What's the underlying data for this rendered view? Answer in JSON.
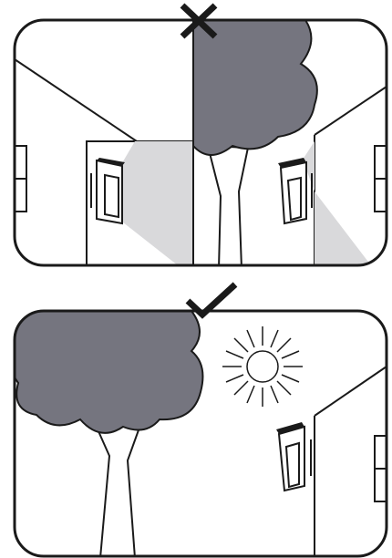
{
  "panels": [
    {
      "id": "incorrect",
      "verdict": "incorrect",
      "verdict_icon": "cross-mark-icon",
      "scene": [
        "wall-left",
        "wall-right",
        "tree-shading-sensor",
        "light-sensor-left",
        "light-sensor-right",
        "light-beam"
      ]
    },
    {
      "id": "correct",
      "verdict": "correct",
      "verdict_icon": "check-mark-icon",
      "scene": [
        "tree",
        "sun",
        "wall-right",
        "light-sensor"
      ]
    }
  ],
  "colors": {
    "outline": "#1a1a1a",
    "foliage": "#75757f",
    "light_beam": "#d9d9db",
    "background": "#ffffff"
  }
}
